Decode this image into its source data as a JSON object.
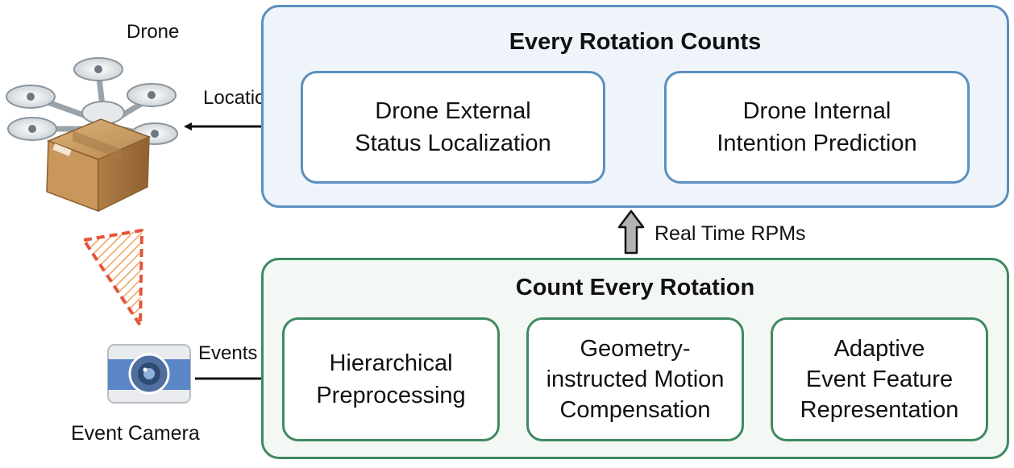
{
  "drone_label": "Drone",
  "camera_label": "Event Camera",
  "location_label": "Location",
  "events_label": "Events",
  "rpm_label": "Real Time RPMs",
  "top_panel": {
    "title": "Every Rotation Counts",
    "boxes": [
      {
        "text": "Drone External\nStatus Localization"
      },
      {
        "text": "Drone Internal\nIntention Prediction"
      }
    ]
  },
  "bottom_panel": {
    "title": "Count Every Rotation",
    "boxes": [
      {
        "text": "Hierarchical\nPreprocessing"
      },
      {
        "text": "Geometry-\ninstructed Motion\nCompensation"
      },
      {
        "text": "Adaptive\nEvent Feature\nRepresentation"
      }
    ]
  },
  "colors": {
    "top_border": "#5b8fbf",
    "bottom_border": "#3f8a5f",
    "fov_dash": "#e4553a"
  },
  "icons": [
    "drone-icon",
    "package-box-icon",
    "event-camera-icon",
    "field-of-view-icon",
    "up-arrow-icon"
  ]
}
